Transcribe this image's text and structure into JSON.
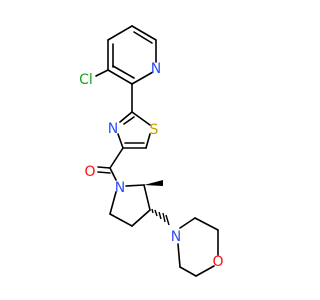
{
  "molecule": {
    "atoms": {
      "chlorine": "Cl",
      "pyridine_nitrogen": "N",
      "thiazole_nitrogen": "N",
      "thiazole_sulfur": "S",
      "carbonyl_oxygen": "O",
      "pyrrolidine_nitrogen": "N",
      "morpholine_nitrogen": "N",
      "morpholine_oxygen": "O"
    }
  },
  "colors": {
    "bond": "#000000",
    "nitrogen": "#3050F8",
    "oxygen": "#FF0D0D",
    "sulfur": "#C8A000",
    "chlorine": "#1FA01F"
  }
}
